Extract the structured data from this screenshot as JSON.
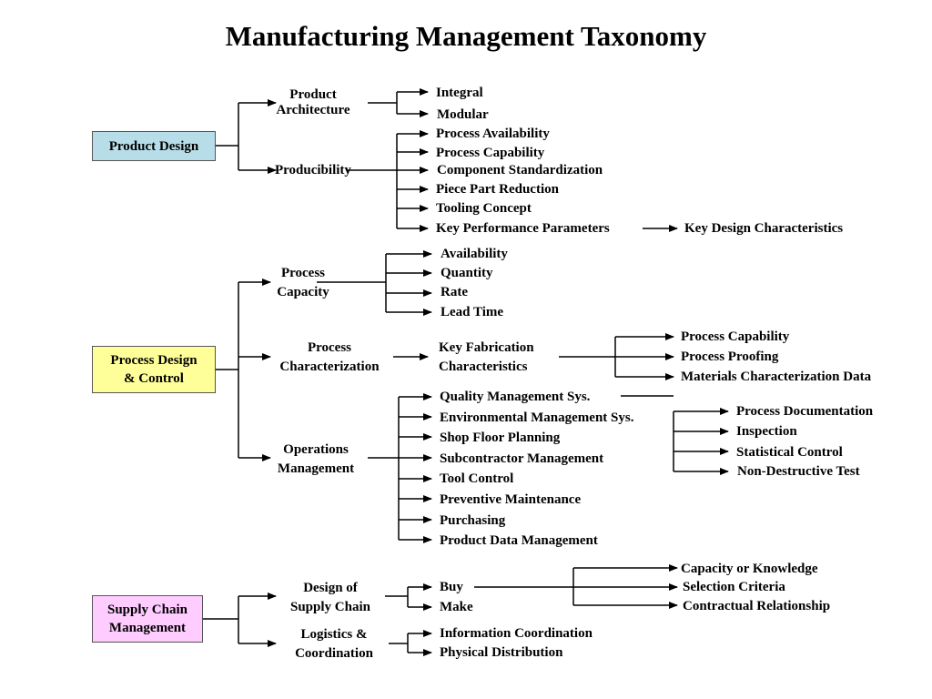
{
  "title": "Manufacturing Management Taxonomy",
  "colors": {
    "product_box": "#b7dde8",
    "process_box": "#ffff99",
    "supply_box": "#ffccff",
    "line": "#000000"
  },
  "product_design": {
    "label": "Product Design",
    "architecture": {
      "line1": "Product",
      "line2": "Architecture",
      "items": [
        "Integral",
        "Modular"
      ]
    },
    "producibility": {
      "label": "Producibility",
      "items": [
        "Process Availability",
        "Process Capability",
        "Component Standardization",
        "Piece Part Reduction",
        "Tooling Concept",
        "Key Performance Parameters"
      ],
      "kpp_target": "Key Design Characteristics"
    }
  },
  "process_design": {
    "line1": "Process Design",
    "line2": "& Control",
    "capacity": {
      "line1": "Process",
      "line2": "Capacity",
      "items": [
        "Availability",
        "Quantity",
        "Rate",
        "Lead Time"
      ]
    },
    "characterization": {
      "line1": "Process",
      "line2": "Characterization",
      "kfc_line1": "Key Fabrication",
      "kfc_line2": "Characteristics",
      "kfc_items": [
        "Process Capability",
        "Process Proofing",
        "Materials Characterization Data"
      ]
    },
    "operations": {
      "line1": "Operations",
      "line2": "Management",
      "items": [
        "Quality Management Sys.",
        "Environmental Management Sys.",
        "Shop Floor Planning",
        "Subcontractor Management",
        "Tool Control",
        "Preventive Maintenance",
        "Purchasing",
        "Product Data Management"
      ],
      "qms_items": [
        "Process Documentation",
        "Inspection",
        "Statistical Control",
        "Non-Destructive Test"
      ]
    }
  },
  "supply_chain": {
    "line1": "Supply Chain",
    "line2": "Management",
    "design": {
      "line1": "Design of",
      "line2": "Supply Chain",
      "items": [
        "Buy",
        "Make"
      ],
      "buy_items": [
        "Capacity or Knowledge",
        "Selection Criteria",
        "Contractual Relationship"
      ]
    },
    "logistics": {
      "line1": "Logistics &",
      "line2": "Coordination",
      "items": [
        "Information Coordination",
        "Physical Distribution"
      ]
    }
  }
}
